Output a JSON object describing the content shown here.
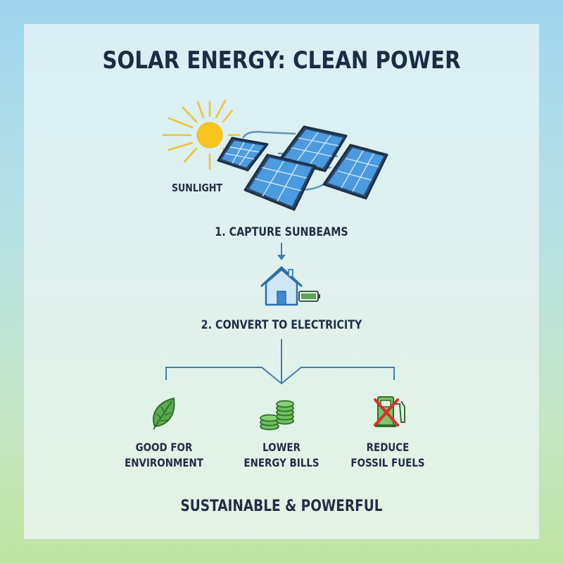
{
  "title": "SOLAR ENERGY: CLEAN POWER",
  "sun_label": "SUNLIGHT",
  "steps": [
    {
      "label": "1. CAPTURE SUNBEAMS"
    },
    {
      "label": "2. CONVERT TO ELECTRICITY"
    }
  ],
  "benefits": [
    {
      "line1": "GOOD FOR",
      "line2": "ENVIRONMENT",
      "icon": "leaf-icon"
    },
    {
      "line1": "LOWER",
      "line2": "ENERGY BILLS",
      "icon": "coins-icon"
    },
    {
      "line1": "REDUCE",
      "line2": "FOSSIL FUELS",
      "icon": "fuel-pump-crossed-icon"
    }
  ],
  "footer": "SUSTAINABLE & POWERFUL",
  "colors": {
    "title": "#1b2d44",
    "sun": "#f6c22c",
    "panel": "#3f8fd6",
    "connector": "#5f96b5",
    "house": "#3a86c8",
    "battery": "#5aa45a",
    "leaf": "#4fa24a",
    "cross": "#d9302a"
  }
}
